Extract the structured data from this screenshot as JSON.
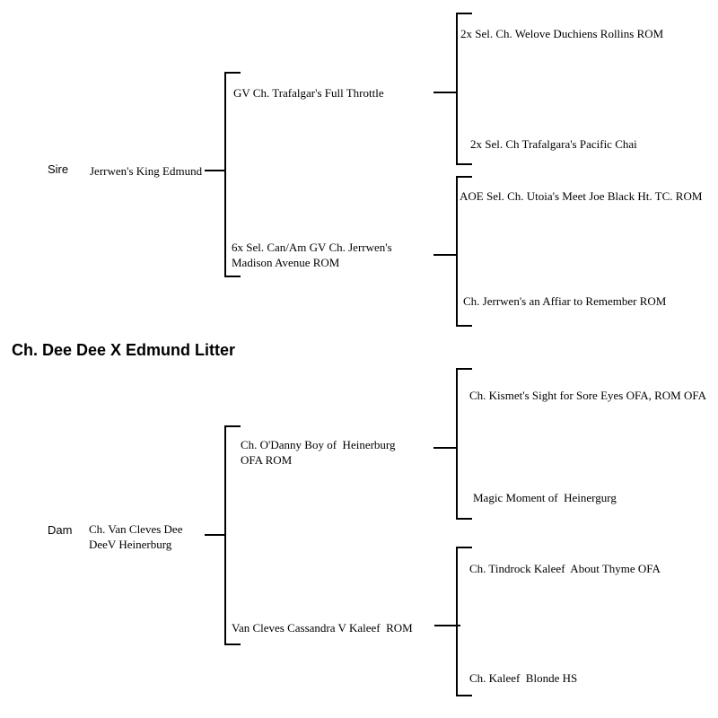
{
  "title": "Ch. Dee Dee X Edmund Litter",
  "sire": {
    "label": "Sire",
    "name": [
      "Jerrwen's King Edmund"
    ],
    "father": {
      "name": [
        "GV Ch. Trafalgar's Full Throttle"
      ],
      "father": {
        "name": [
          "2x Sel. Ch. Welove Duchiens Rollins ROM"
        ]
      },
      "mother": {
        "name": [
          "2x Sel. Ch Trafalgara's Pacific Chai"
        ]
      }
    },
    "mother": {
      "name": [
        "6x Sel. Can/Am GV Ch. Jerrwen's",
        "Madison Avenue ROM"
      ],
      "father": {
        "name": [
          "AOE Sel. Ch. Utoia's Meet Joe Black Ht. TC. ROM"
        ]
      },
      "mother": {
        "name": [
          "Ch. Jerrwen's an Affiar to Remember ROM"
        ]
      }
    }
  },
  "dam": {
    "label": "Dam",
    "name": [
      "Ch. Van Cleves Dee",
      "DeeV Heinerburg"
    ],
    "father": {
      "name": [
        "Ch. O'Danny Boy of  Heinerburg",
        "OFA ROM"
      ],
      "father": {
        "name": [
          "Ch. Kismet's Sight for Sore Eyes OFA, ROM OFA"
        ]
      },
      "mother": {
        "name": [
          "Magic Moment of  Heinergurg"
        ]
      }
    },
    "mother": {
      "name": [
        "Van Cleves Cassandra V Kaleef  ROM"
      ],
      "father": {
        "name": [
          "Ch. Tindrock Kaleef  About Thyme OFA"
        ]
      },
      "mother": {
        "name": [
          "Ch. Kaleef  Blonde HS"
        ]
      }
    }
  }
}
